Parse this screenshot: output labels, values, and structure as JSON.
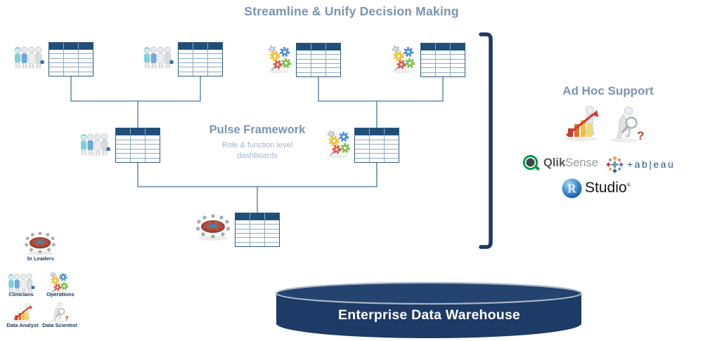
{
  "title": "Streamline & Unify Decision Making",
  "pulse_framework": {
    "title": "Pulse Framework",
    "subtitle_line1": "Role & function level",
    "subtitle_line2": "dashboards"
  },
  "ad_hoc": {
    "title": "Ad Hoc Support"
  },
  "edw": {
    "label": "Enterprise Data Warehouse"
  },
  "logos": {
    "qlik": {
      "part1": "Qlik",
      "part2": "Sense"
    },
    "tableau": {
      "wordmark": "+ab|eau"
    },
    "rstudio": {
      "sphere_letter": "R",
      "text": "Studio",
      "mark": "®"
    }
  },
  "diagram": {
    "table_spec": {
      "columns": 3,
      "rows": 6
    },
    "nodes": [
      {
        "id": "top-1",
        "icon": "clinicians"
      },
      {
        "id": "top-2",
        "icon": "clinicians"
      },
      {
        "id": "top-3",
        "icon": "operations"
      },
      {
        "id": "top-4",
        "icon": "operations"
      },
      {
        "id": "mid-left",
        "icon": "clinicians"
      },
      {
        "id": "mid-right",
        "icon": "operations"
      },
      {
        "id": "bottom",
        "icon": "sr-leaders"
      }
    ]
  },
  "legend": [
    {
      "label": "Sr Leaders",
      "icon": "sr-leaders"
    },
    {
      "label": "Clinicians",
      "icon": "clinicians"
    },
    {
      "label": "Operations",
      "icon": "operations"
    },
    {
      "label": "Data Analyst",
      "icon": "data-analyst"
    },
    {
      "label": "Data Scientist",
      "icon": "data-scientist"
    }
  ],
  "colors": {
    "heading_blue": "#7b93b5",
    "subtitle_blue": "#a3b2cc",
    "connector": "#7a9bb8",
    "table_header": "#1f4e79",
    "table_border": "#2f5b7f",
    "table_grid": "#8fa9c0",
    "navy_bracket": "#1f3864",
    "edw_fill": "#1e3a66",
    "qlik_green": "#009845",
    "tableau_blue": "#2a5487",
    "rstudio_blue": "#2d76b7",
    "edw_text": "#ffffff"
  }
}
